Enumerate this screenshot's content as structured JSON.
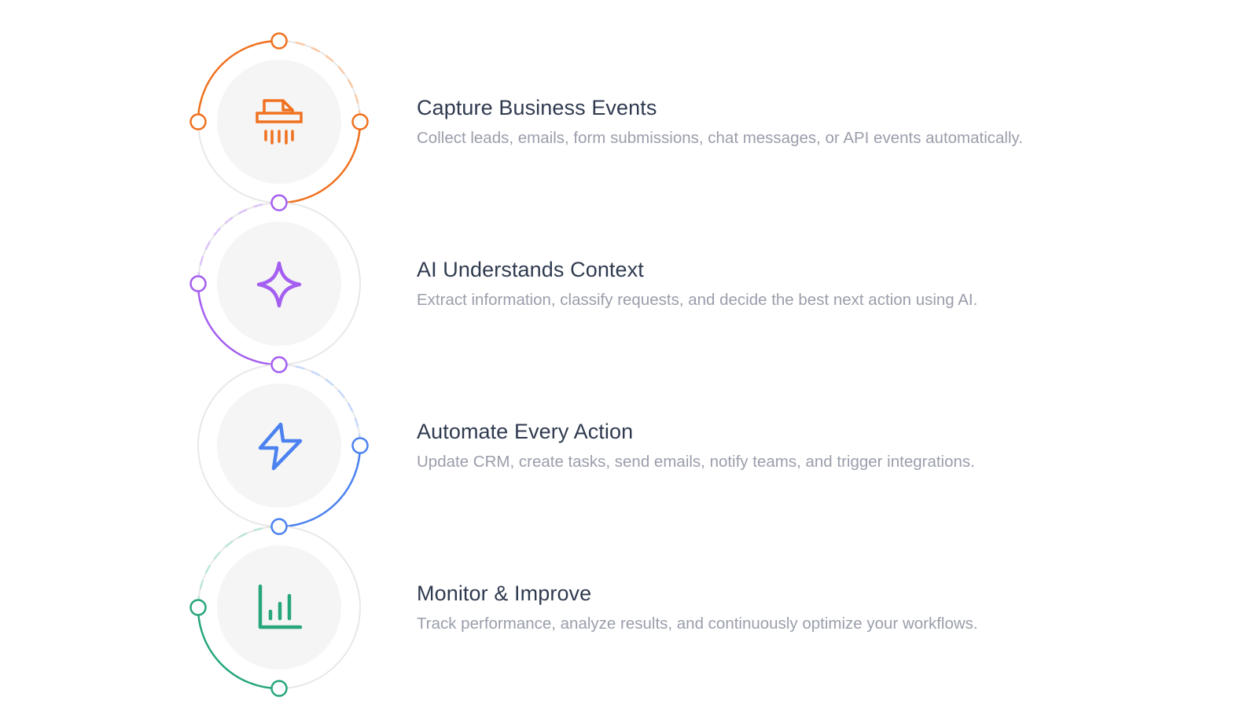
{
  "steps": [
    {
      "title": "Capture Business Events",
      "description": "Collect leads, emails, form submissions, chat messages, or API events automatically.",
      "icon": "file-shredder-icon",
      "color": "#f0711f"
    },
    {
      "title": "AI Understands Context",
      "description": "Extract information, classify requests, and decide the best next action using AI.",
      "icon": "sparkle-icon",
      "color": "#a45ff0"
    },
    {
      "title": "Automate Every Action",
      "description": "Update CRM, create tasks, send emails, notify teams, and trigger integrations.",
      "icon": "lightning-bolt-icon",
      "color": "#4b82ef"
    },
    {
      "title": "Monitor & Improve",
      "description": "Track performance, analyze results, and continuously optimize your workflows.",
      "icon": "bar-chart-icon",
      "color": "#27a67d"
    }
  ]
}
